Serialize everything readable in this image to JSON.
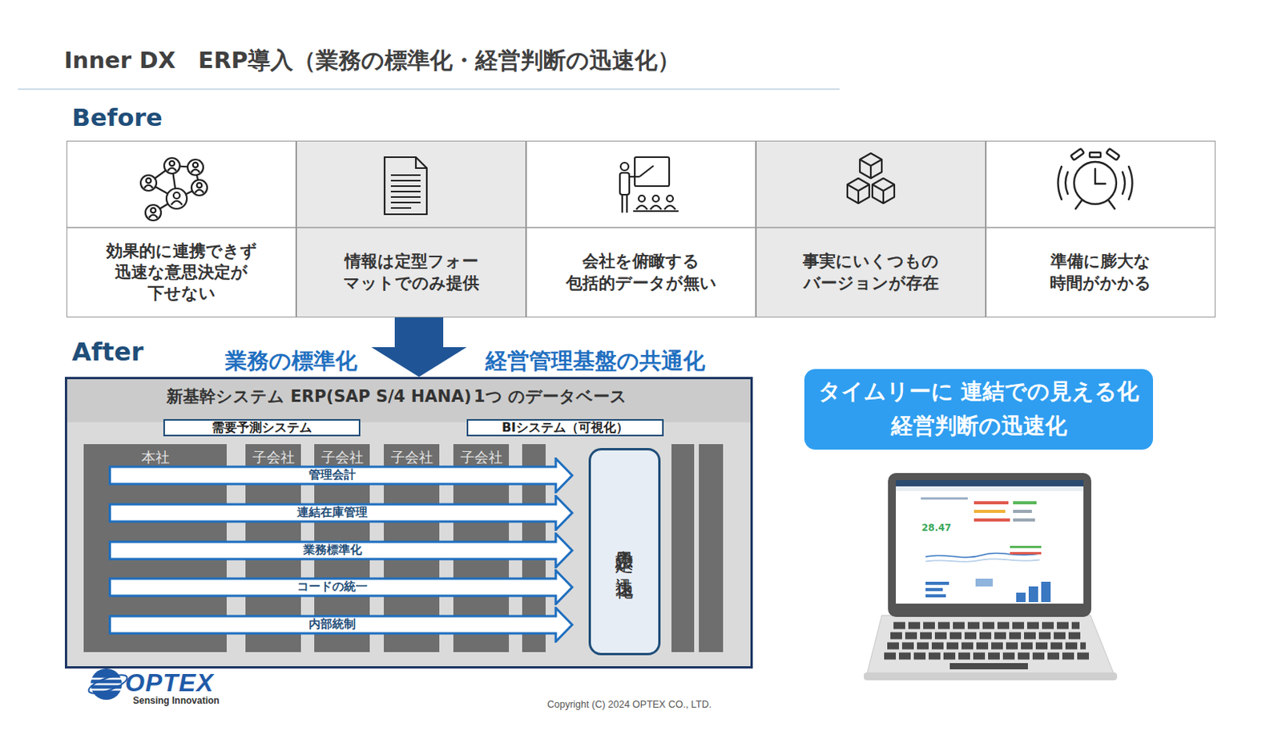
{
  "diagram": {
    "title": "Inner DX　ERP導入（業務の標準化・経営判断の迅速化）",
    "nodes": [
      {
        "text": [
          "Before"
        ]
      },
      {
        "text": [
          "効果的に連携できず 迅速な意思決定が 下せない"
        ],
        "in": 0
      },
      {
        "text": [
          "情報は定型フォー マットでのみ提供"
        ],
        "in": 0
      },
      {
        "text": [
          "会社を俯瞰する 包括的データが無い"
        ],
        "in": 0
      },
      {
        "text": [
          "事実にいくつもの バージョンが存在"
        ],
        "in": 0
      },
      {
        "text": [
          "準備に膨大な 時間がかかる"
        ],
        "in": 0
      },
      {
        "text": [
          "After",
          "新基幹システム ERP(SAP S/4 HANA)",
          "1つ のデータベース"
        ]
      },
      {
        "text": [
          "需要予測システム"
        ],
        "in": 6
      },
      {
        "text": [
          "BIシステム（可視化）"
        ],
        "in": 6
      },
      {
        "text": [
          "本社"
        ],
        "in": 6
      },
      {
        "text": [
          "子会社"
        ],
        "in": 6
      },
      {
        "text": [
          "子会社"
        ],
        "in": 6
      },
      {
        "text": [
          "子会社"
        ],
        "in": 6
      },
      {
        "text": [
          "子会社"
        ],
        "in": 6
      },
      {
        "text": [
          "管理会計"
        ],
        "in": 6
      },
      {
        "text": [
          "連結在庫管理"
        ],
        "in": 6
      },
      {
        "text": [
          "業務標準化"
        ],
        "in": 6
      },
      {
        "text": [
          "コードの統一"
        ],
        "in": 6
      },
      {
        "text": [
          "内部統制"
        ],
        "in": 6
      },
      {
        "text": [
          "意思決定の迅速化"
        ],
        "in": 6
      },
      {
        "text": [
          "タイムリーに 連結での見える化",
          "経営判断の迅速化"
        ]
      }
    ],
    "edges": [
      {
        "from": 0,
        "to": 6,
        "arrow": "to"
      }
    ],
    "labels": [
      "業務の標準化",
      "経営管理基盤の共通化",
      "OPTEX",
      "Sensing Innovation",
      "Copyright (C) 2024 OPTEX CO., LTD.",
      "28.47"
    ]
  }
}
